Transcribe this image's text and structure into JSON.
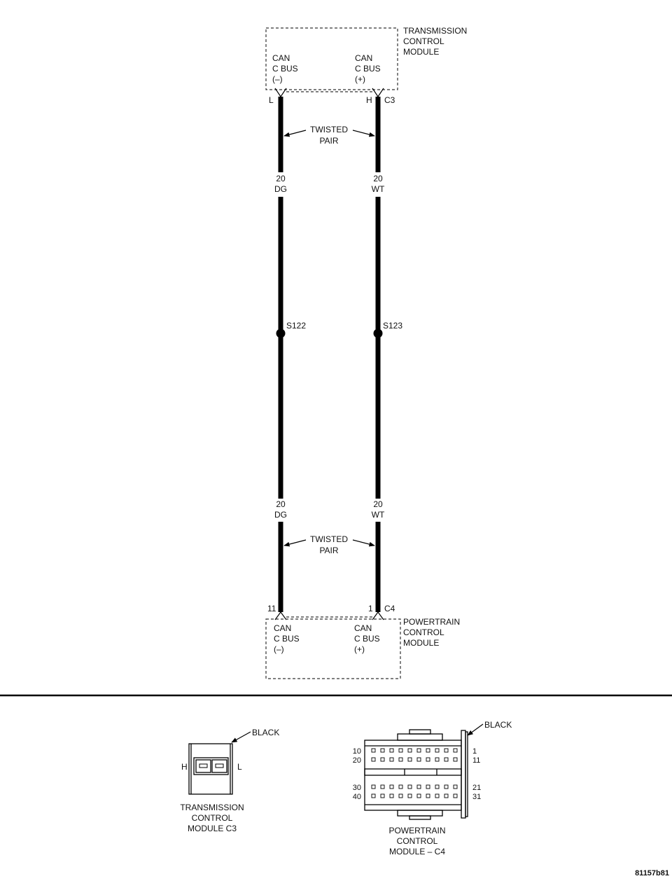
{
  "tcm": {
    "title": [
      "TRANSMISSION",
      "CONTROL",
      "MODULE"
    ],
    "pin_left": [
      "CAN",
      "C BUS",
      "(–)"
    ],
    "pin_right": [
      "CAN",
      "C BUS",
      "(+)"
    ],
    "cav_left": "L",
    "cav_right": "H",
    "connector": "C3"
  },
  "twisted_pair": [
    "TWISTED",
    "PAIR"
  ],
  "wire_left": {
    "gauge": "20",
    "color": "DG"
  },
  "wire_right": {
    "gauge": "20",
    "color": "WT"
  },
  "splices": {
    "left": "S122",
    "right": "S123"
  },
  "pcm": {
    "title": [
      "POWERTRAIN",
      "CONTROL",
      "MODULE"
    ],
    "pin_left": [
      "CAN",
      "C BUS",
      "(–)"
    ],
    "pin_right": [
      "CAN",
      "C BUS",
      "(+)"
    ],
    "cav_left": "11",
    "cav_right": "1",
    "connector": "C4"
  },
  "tcm_connector_view": {
    "color": "BLACK",
    "cav_h": "H",
    "cav_l": "L",
    "caption": [
      "TRANSMISSION",
      "CONTROL",
      "MODULE C3"
    ]
  },
  "pcm_connector_view": {
    "color": "BLACK",
    "row_labels_left": [
      "10",
      "20",
      "30",
      "40"
    ],
    "row_labels_right": [
      "1",
      "11",
      "21",
      "31"
    ],
    "caption": [
      "POWERTRAIN",
      "CONTROL",
      "MODULE – C4"
    ]
  },
  "figure_id": "81157b81"
}
